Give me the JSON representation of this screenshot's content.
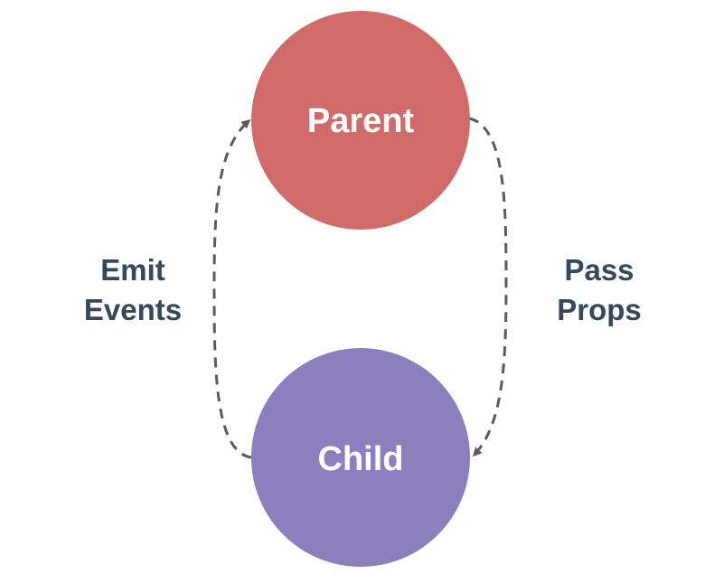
{
  "nodes": {
    "parent": {
      "label": "Parent",
      "color": "#d16b6a"
    },
    "child": {
      "label": "Child",
      "color": "#8b80bd"
    }
  },
  "edges": {
    "emit_events": {
      "line1": "Emit",
      "line2": "Events"
    },
    "pass_props": {
      "line1": "Pass",
      "line2": "Props"
    }
  },
  "colors": {
    "arrow": "#5a5a5a",
    "label_text": "#34495e"
  }
}
